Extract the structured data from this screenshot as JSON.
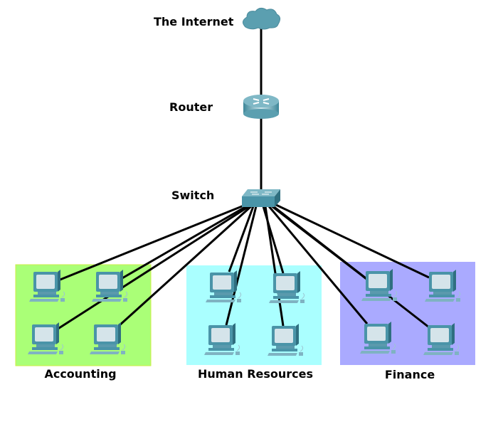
{
  "devices": {
    "internet": {
      "label": "The Internet",
      "icon": "cloud-icon"
    },
    "router": {
      "label": "Router",
      "icon": "router-icon"
    },
    "switch": {
      "label": "Switch",
      "icon": "switch-icon"
    }
  },
  "groups": [
    {
      "label": "Accounting",
      "color": "#aaff77",
      "pcs": 4
    },
    {
      "label": "Human Resources",
      "color": "#aaffff",
      "pcs": 4
    },
    {
      "label": "Finance",
      "color": "#aaaaff",
      "pcs": 4
    }
  ],
  "colors": {
    "device": "#4a94a8",
    "link": "#000000"
  }
}
